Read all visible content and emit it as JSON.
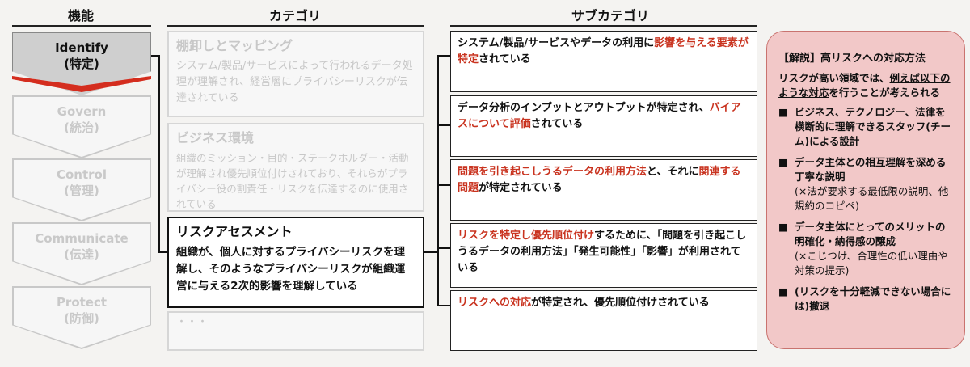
{
  "headers": {
    "function": "機能",
    "category": "カテゴリ",
    "subcategory": "サブカテゴリ"
  },
  "functions": [
    {
      "en": "Identify",
      "ja": "(特定)"
    },
    {
      "en": "Govern",
      "ja": "(統治)"
    },
    {
      "en": "Control",
      "ja": "(管理)"
    },
    {
      "en": "Communicate",
      "ja": "(伝達)"
    },
    {
      "en": "Protect",
      "ja": "(防御)"
    }
  ],
  "categories": [
    {
      "title": "棚卸しとマッピング",
      "desc": "システム/製品/サービスによって行われるデータ処理が理解され、経営層にプライバシーリスクが伝達されている"
    },
    {
      "title": "ビジネス環境",
      "desc": "組織のミッション・目的・ステークホルダー・活動が理解され優先順位付けされており、それらがプライバシー役の割責任・リスクを伝達するのに使用されている"
    },
    {
      "title": "リスクアセスメント",
      "desc": "組織が、個人に対するプライバシーリスクを理解し、そのようなプライバシーリスクが組織運営に与える2次的影響を理解している"
    },
    {
      "title": "・・・"
    }
  ],
  "subcategories": [
    {
      "a": "システム/製品/サービスやデータの利用に",
      "b": "影響を与える要素が特定",
      "c": "されている"
    },
    {
      "a": "データ分析のインプットとアウトプットが特定され、",
      "b": "バイアスについて評価",
      "c": "されている"
    },
    {
      "b1": "問題を引き起こしうるデータの利用方法",
      "a": "と、それに",
      "b2": "関連する問題",
      "c": "が特定されている"
    },
    {
      "b": "リスクを特定し優先順位付け",
      "c": "するために、「問題を引き起こしうるデータの利用方法」「発生可能性」「影響」が利用されている"
    },
    {
      "b": "リスクへの対応",
      "c": "が特定され、優先順位付けされている"
    }
  ],
  "note": {
    "title": "【解説】高リスクへの対応方法",
    "intro_a": "リスクが高い領域では、",
    "intro_u": "例えば以下のような対応",
    "intro_b": "を行うことが考えられる",
    "bullet": "■",
    "items": [
      {
        "main": "ビジネス、テクノロジー、法律を横断的に理解できるスタッフ(チーム)による設計"
      },
      {
        "main": "データ主体との相互理解を深める丁寧な説明",
        "sub": "(×法が要求する最低限の説明、他規約のコピペ)"
      },
      {
        "main": "データ主体にとってのメリットの明確化・納得感の醸成",
        "sub": "(×こじつけ、合理性の低い理由や対策の提示)"
      },
      {
        "main": "(リスクを十分軽減できない場合には)撤退"
      }
    ]
  },
  "colors": {
    "accent_red": "#c9331f",
    "note_bg": "#f2c8c8"
  }
}
